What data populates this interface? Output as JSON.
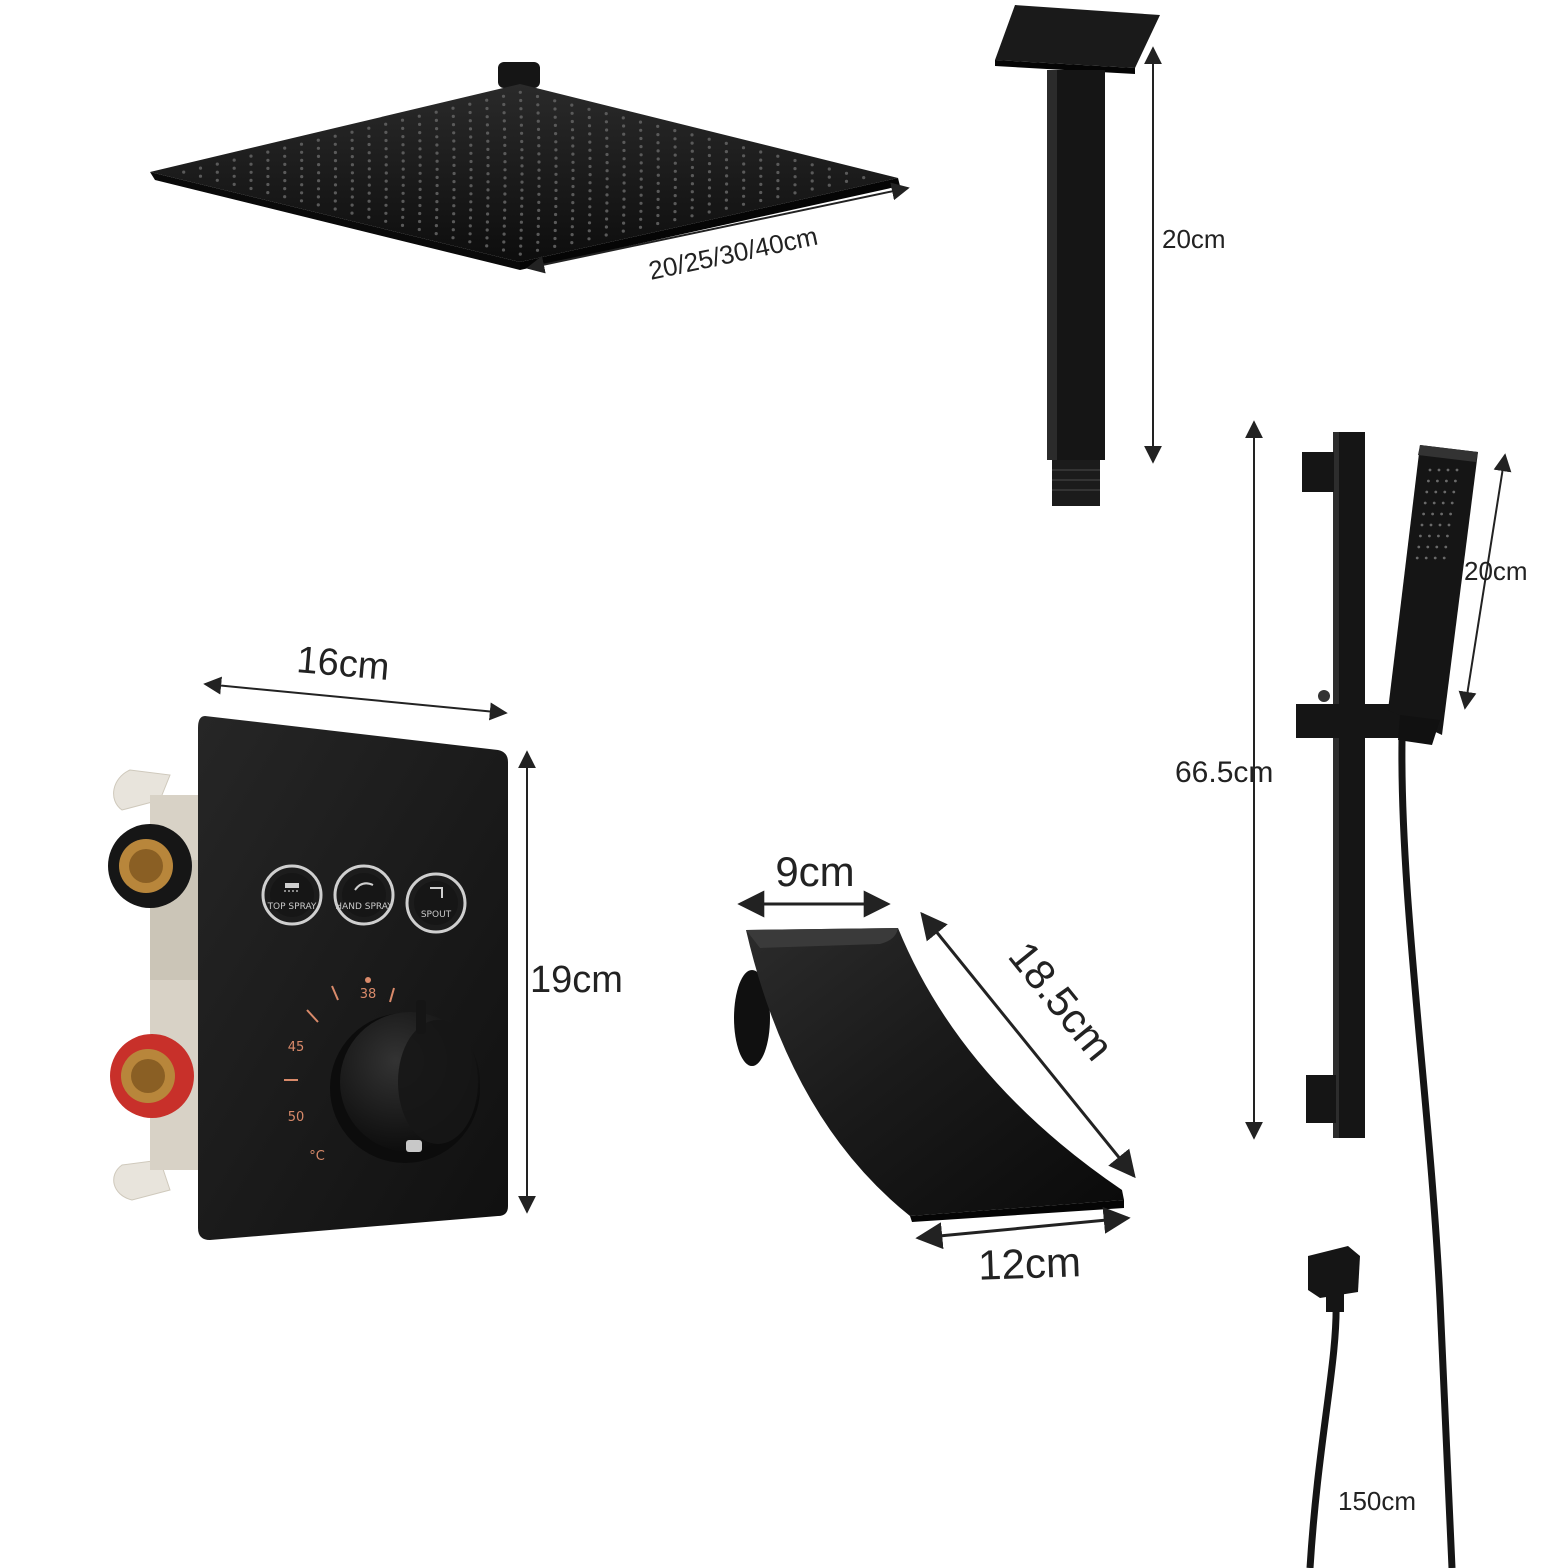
{
  "colors": {
    "product": "#151515",
    "product_highlight": "#3a3a3a",
    "dimension_line": "#222222",
    "scale_accent": "#d98a6a",
    "hot_inlet": "#c8302a",
    "brass": "#b8863b"
  },
  "dimensions": {
    "shower_head": "20/25/30/40cm",
    "ceiling_arm": "20cm",
    "slide_bar": "66.5cm",
    "hand_shower": "20cm",
    "valve_width": "16cm",
    "valve_height": "19cm",
    "spout_depth": "9cm",
    "spout_length": "18.5cm",
    "spout_width": "12cm",
    "hose": "150cm"
  },
  "valve": {
    "buttons": [
      {
        "label": "TOP SPRAY",
        "icon": "shower-head-icon"
      },
      {
        "label": "HAND SPRAY",
        "icon": "hand-shower-icon"
      },
      {
        "label": "SPOUT",
        "icon": "spout-icon"
      }
    ],
    "scale_top": "38",
    "scale_mid": "45",
    "scale_low": "50",
    "unit": "°C"
  }
}
